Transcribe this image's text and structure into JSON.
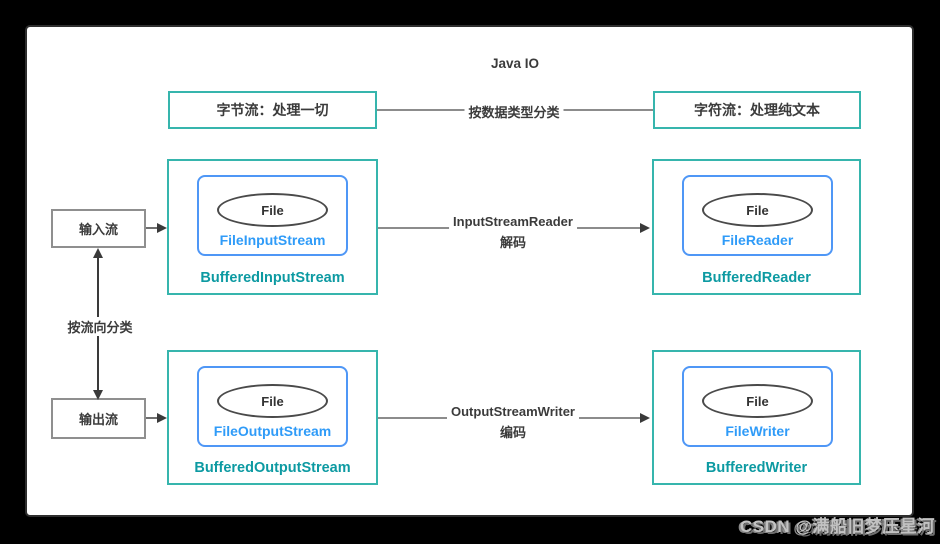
{
  "title": "Java IO",
  "colors": {
    "teal_border": "#36b5ad",
    "teal_text": "#0d9aa2",
    "blue_border": "#4f97f6",
    "blue_text": "#2f9bf8",
    "dark_text": "#3b3b3b",
    "gray_line": "#8c8c8c",
    "arrow_dark": "#3a3a3a"
  },
  "top": {
    "byte_stream_label": "字节流：处理一切",
    "char_stream_label": "字符流：处理纯文本",
    "connector_label": "按数据类型分类"
  },
  "left": {
    "input_label": "输入流",
    "output_label": "输出流",
    "direction_label": "按流向分类"
  },
  "streams": {
    "input": {
      "outer": "BufferedInputStream",
      "inner": "FileInputStream",
      "file": "File"
    },
    "reader": {
      "outer": "BufferedReader",
      "inner": "FileReader",
      "file": "File"
    },
    "output": {
      "outer": "BufferedOutputStream",
      "inner": "FileOutputStream",
      "file": "File"
    },
    "writer": {
      "outer": "BufferedWriter",
      "inner": "FileWriter",
      "file": "File"
    }
  },
  "connectors": {
    "decode": {
      "label": "InputStreamReader",
      "sub": "解码"
    },
    "encode": {
      "label": "OutputStreamWriter",
      "sub": "编码"
    }
  },
  "watermark": "CSDN @满船旧梦压星河"
}
